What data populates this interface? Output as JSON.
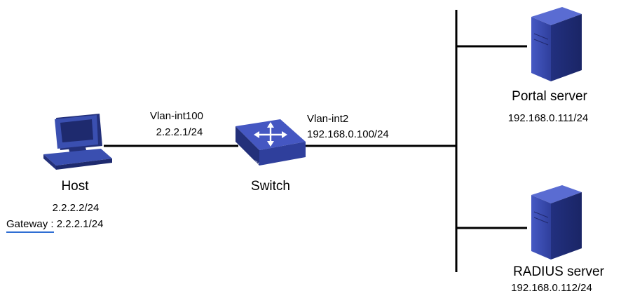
{
  "nodes": {
    "host": {
      "name": "Host",
      "ip": "2.2.2.2/24",
      "gateway_key": "Gateway :",
      "gateway_value": " 2.2.2.1/24",
      "icon": "pc-icon"
    },
    "switch": {
      "name": "Switch",
      "device_label": "SWITCH",
      "icon": "switch-icon"
    },
    "portal_server": {
      "name": "Portal server",
      "ip": "192.168.0.111/24",
      "icon": "server-icon"
    },
    "radius_server": {
      "name": "RADIUS server",
      "ip": "192.168.0.112/24",
      "icon": "server-icon"
    }
  },
  "links": {
    "host_to_switch": {
      "interface": "Vlan-int100",
      "ip": "2.2.2.1/24"
    },
    "switch_to_bus": {
      "interface": "Vlan-int2",
      "ip": "192.168.0.100/24"
    }
  },
  "colors": {
    "device_blue": "#3a4fb0",
    "device_dark": "#23307a",
    "line": "#000000",
    "underline": "#2f6ed3"
  }
}
